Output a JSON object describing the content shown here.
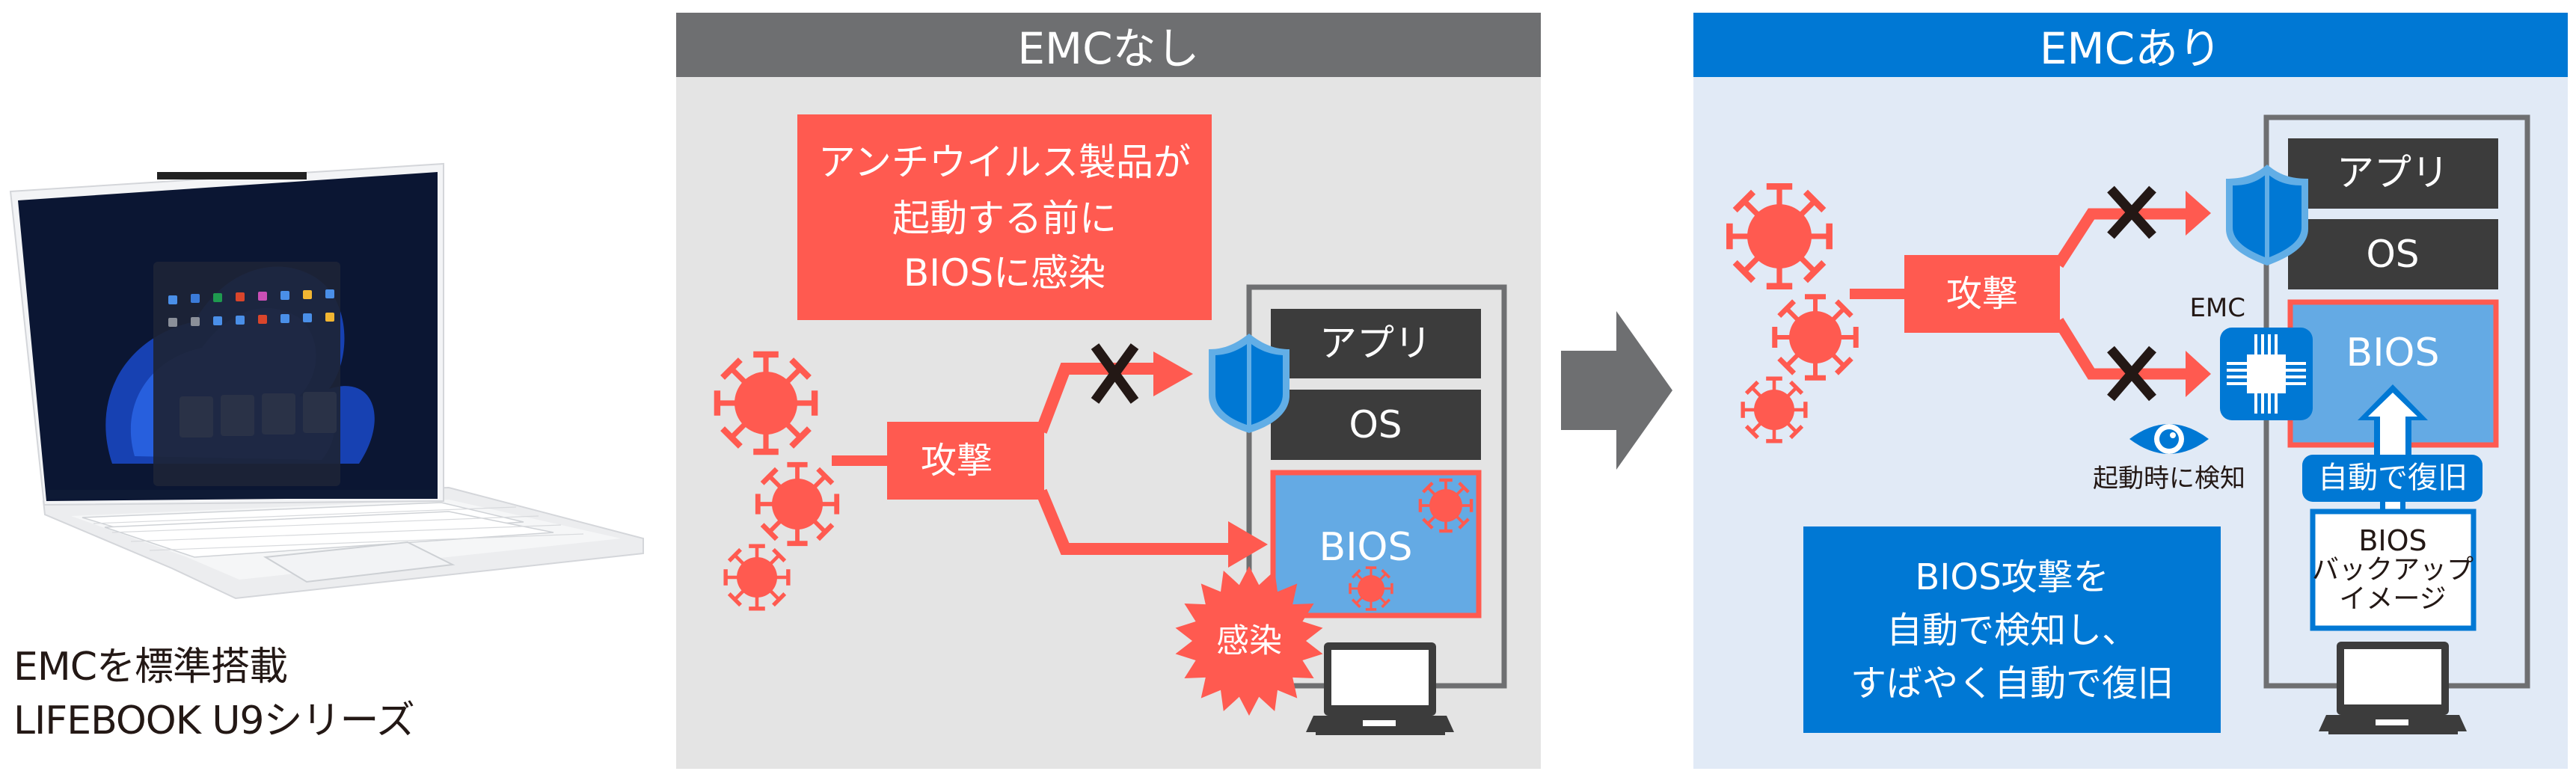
{
  "product": {
    "caption_line1": "EMCを標準搭載",
    "caption_line2": "LIFEBOOK U9シリーズ"
  },
  "panel_without": {
    "header": "EMCなし",
    "warning_lines": [
      "アンチウイルス製品が",
      "起動する前に",
      "BIOSに感染"
    ],
    "attack_label": "攻撃",
    "layers": [
      "アプリ",
      "OS",
      "BIOS"
    ],
    "infection_label": "感染",
    "upper_path_blocked": true,
    "lower_path_blocked": false
  },
  "panel_with": {
    "header": "EMCあり",
    "attack_label": "攻撃",
    "layers": [
      "アプリ",
      "OS",
      "BIOS"
    ],
    "emc_label": "EMC",
    "detect_label": "起動時に検知",
    "recover_label": "自動で復旧",
    "backup_lines": [
      "BIOS",
      "バックアップ",
      "イメージ"
    ],
    "message_lines": [
      "BIOS攻撃を",
      "自動で検知し、",
      "すばやく自動で復旧"
    ],
    "upper_path_blocked": true,
    "lower_path_blocked": true
  },
  "colors": {
    "attack_red": "#ff5a50",
    "shield_blue": "#0078d4",
    "shield_light": "#62aee6",
    "bios_blue": "#64aae4",
    "layer_dark": "#3c3c3c",
    "frame_gray": "#6e6f71",
    "header_gray": "#6e6f71",
    "header_blue": "#0078d4",
    "panel_gray_bg": "#e4e4e4",
    "panel_blue_bg": "#e1eaf6",
    "cross_black": "#231815"
  }
}
